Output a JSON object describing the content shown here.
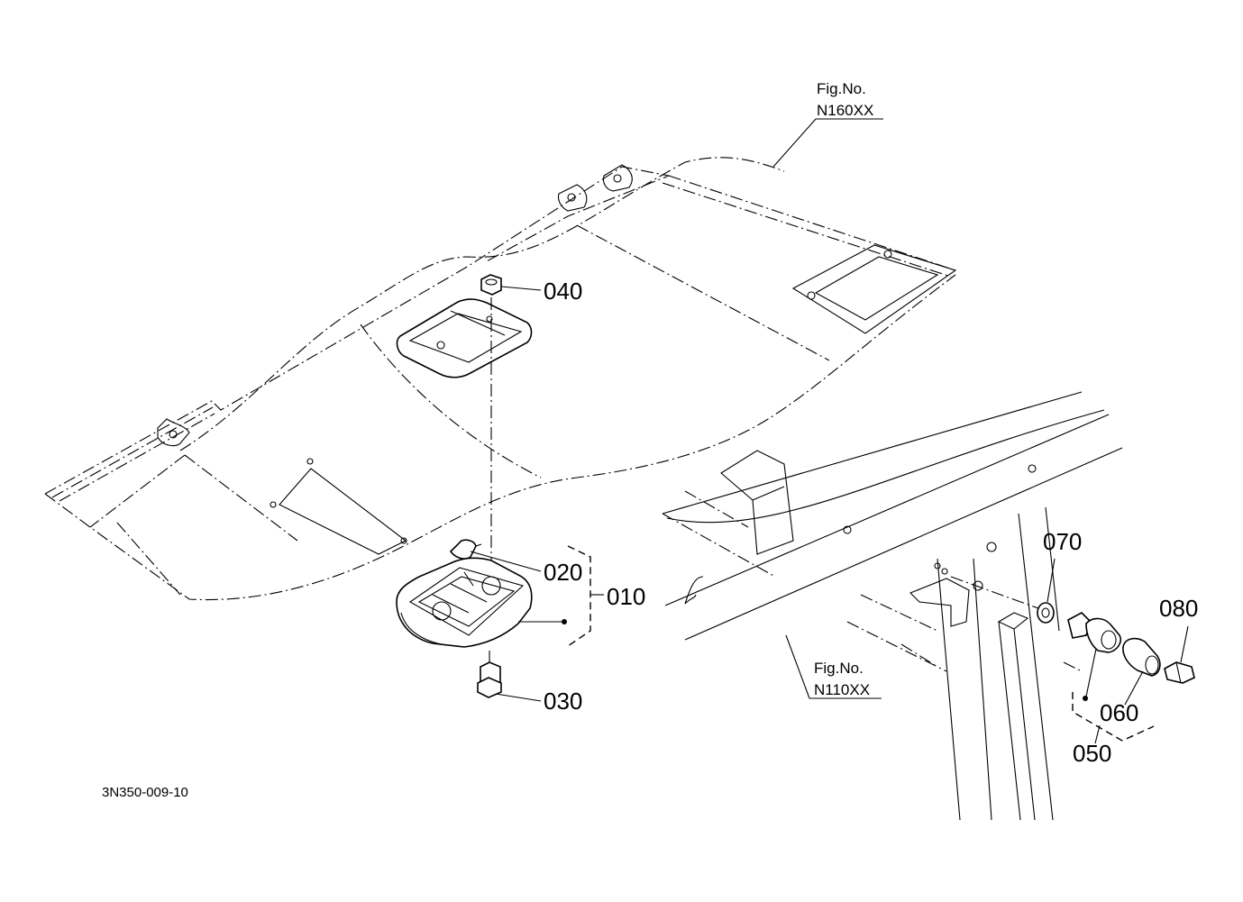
{
  "figure_refs": {
    "top": {
      "line1": "Fig.No.",
      "line2": "N160XX"
    },
    "bottom": {
      "line1": "Fig.No.",
      "line2": "N110XX"
    }
  },
  "parts": {
    "p010": "010",
    "p020": "020",
    "p030": "030",
    "p040": "040",
    "p050": "050",
    "p060": "060",
    "p070": "070",
    "p080": "080"
  },
  "diagram_code": "3N350-009-10"
}
